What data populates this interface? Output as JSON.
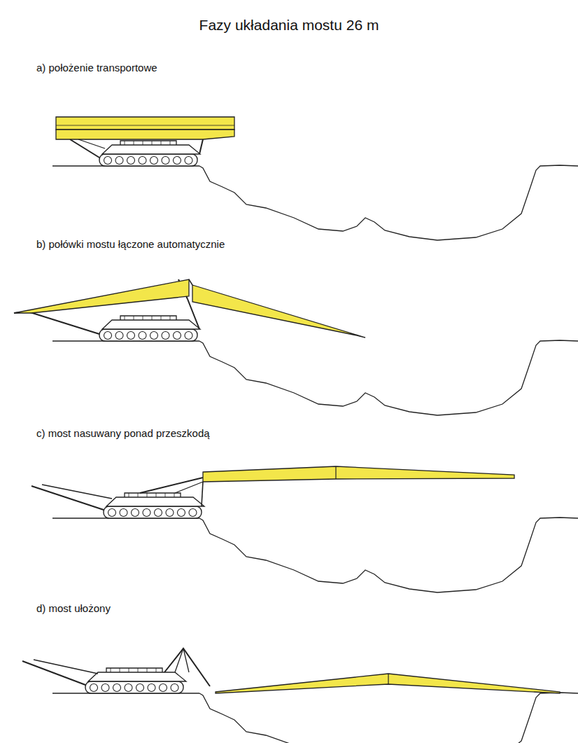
{
  "diagram": {
    "title": "Fazy układania mostu 26 m",
    "labels": [
      "a) położenie transportowe",
      "b) połówki mostu łączone automatycznie",
      "c) most nasuwany ponad przeszkodą",
      "d) most ułożony"
    ]
  }
}
